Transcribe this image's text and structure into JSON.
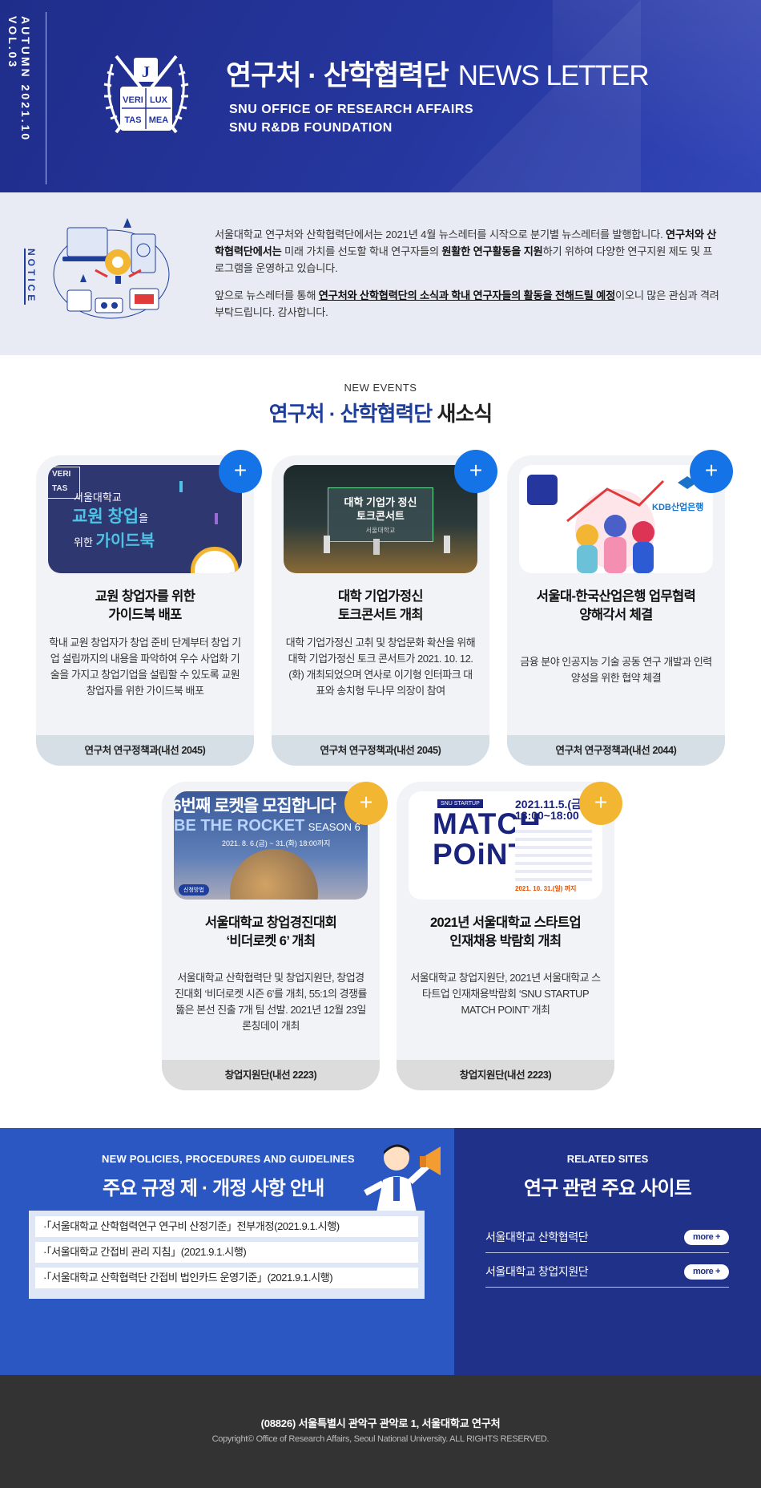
{
  "header": {
    "issue": "AUTUMN 2021.10 VOL.03",
    "title_kr": "연구처 · 산학협력단",
    "title_en": "NEWS LETTER",
    "subtitle_1": "SNU OFFICE OF RESEARCH AFFAIRS",
    "subtitle_2": "SNU R&DB FOUNDATION",
    "logo_text": [
      "VERI",
      "TAS",
      "LUX",
      "MEA"
    ]
  },
  "notice": {
    "label": "NOTICE",
    "p1_a": "서울대학교 연구처와 산학협력단에서는 2021년 4월 뉴스레터를 시작으로 분기별 뉴스레터를 발행합니다. ",
    "p1_b": "연구처와 산학협력단에서는",
    "p1_c": " 미래 가치를 선도할 학내 연구자들의 ",
    "p1_d": "원활한 연구활동을 지원",
    "p1_e": "하기 위하여 다양한 연구지원 제도 및 프로그램을 운영하고 있습니다.",
    "p2_a": "앞으로 뉴스레터를 통해 ",
    "p2_b": "연구처와 산학협력단의 소식과 학내 연구자들의 활동을 전해드릴 예정",
    "p2_c": "이오니 많은 관심과 격려 부탁드립니다. 감사합니다."
  },
  "events": {
    "eyebrow": "NEW EVENTS",
    "title_a": "연구처 · 산학협력단",
    "title_b": " 새소식",
    "plus": "+",
    "cards": [
      {
        "title": "교원 창업자를 위한\n가이드북 배포",
        "desc": "학내 교원 창업자가 창업 준비 단계부터 창업 기업 설립까지의 내용을 파악하여 우수 사업화 기술을 가지고 창업기업을 설립할 수 있도록 교원 창업자를 위한 가이드북 배포",
        "contact": "연구처 연구정책과(내선 2045)",
        "thumb_l1": "서울대학교",
        "thumb_l2": "교원 창업",
        "thumb_l2b": "을",
        "thumb_l3": "위한 ",
        "thumb_l3b": "가이드북"
      },
      {
        "title": "대학 기업가정신\n토크콘서트 개최",
        "desc": "대학 기업가정신 고취 및 창업문화 확산을 위해 대학 기업가정신 토크 콘서트가 2021. 10. 12.(화) 개최되었으며 연사로 이기형 인터파크 대표와 송치형 두나무 의장이 참여",
        "contact": "연구처 연구정책과(내선 2045)",
        "thumb_l1": "대학 기업가 정신",
        "thumb_l2": "토크콘서트",
        "thumb_l3": "서울대학교"
      },
      {
        "title": "서울대-한국산업은행 업무협력\n양해각서 체결",
        "desc": "금융 분야 인공지능 기술 공동 연구 개발과 인력양성을 위한 협약 체결",
        "contact": "연구처 연구정책과(내선 2044)",
        "thumb_l1": "KDB산업은행"
      },
      {
        "title": "서울대학교 창업경진대회\n‘비더로켓 6’ 개최",
        "desc": "서울대학교 산학협력단 및 창업지원단, 창업경진대회 ‘비더로켓 시즌 6’를 개최, 55:1의 경쟁률 뚫은 본선 진출 7개 팀 선발. 2021년 12월 23일 론칭데이 개최",
        "contact": "창업지원단(내선 2223)",
        "thumb_l1": "6번째 로켓을 모집합니다",
        "thumb_l2": "BE THE ROCKET",
        "thumb_l2b": "SEASON 6",
        "thumb_l3": "2021. 8. 6.(금) ~ 31.(화) 18:00까지",
        "thumb_l4": "신청방법"
      },
      {
        "title": "2021년 서울대학교 스타트업\n인재채용 박람회 개최",
        "desc": "서울대학교 창업지원단, 2021년 서울대학교 스타트업 인재채용박람회 ‘SNU STARTUP MATCH POINT’ 개최",
        "contact": "창업지원단(내선 2223)",
        "thumb_l1": "SNU STARTUP",
        "thumb_l2": "MATCH",
        "thumb_l3": "POiNT",
        "thumb_l4": "2021.11.5.(금)",
        "thumb_l5": "13:00~18:00",
        "thumb_l6": "2021. 10. 31.(일) 까지"
      }
    ]
  },
  "policies": {
    "eyebrow": "NEW POLICIES, PROCEDURES AND GUIDELINES",
    "title": "주요 규정 제 · 개정 사항 안내",
    "items": [
      "·「서울대학교 산학협력연구 연구비 산정기준」전부개정(2021.9.1.시행)",
      "·「서울대학교 간접비 관리 지침」(2021.9.1.시행)",
      "·「서울대학교 산학협력단 간접비 법인카드 운영기준」(2021.9.1.시행)"
    ]
  },
  "related": {
    "eyebrow": "RELATED SITES",
    "title": "연구 관련 주요 사이트",
    "sites": [
      {
        "label": "서울대학교 산학협력단",
        "more": "more +"
      },
      {
        "label": "서울대학교 창업지원단",
        "more": "more +"
      }
    ]
  },
  "footer": {
    "address": "(08826) 서울특별시 관악구 관악로 1, 서울대학교 연구처",
    "copyright": "Copyright© Office of Research Affairs, Seoul National University. ALL RIGHTS RESERVED."
  },
  "colors": {
    "primary": "#1f3e9c",
    "header_bg": "#25369e",
    "plus_blue": "#1473e6",
    "plus_yellow": "#f3b633",
    "policy_bg": "#2b57c2",
    "related_bg": "#1f3189",
    "footer_bg": "#333333"
  }
}
